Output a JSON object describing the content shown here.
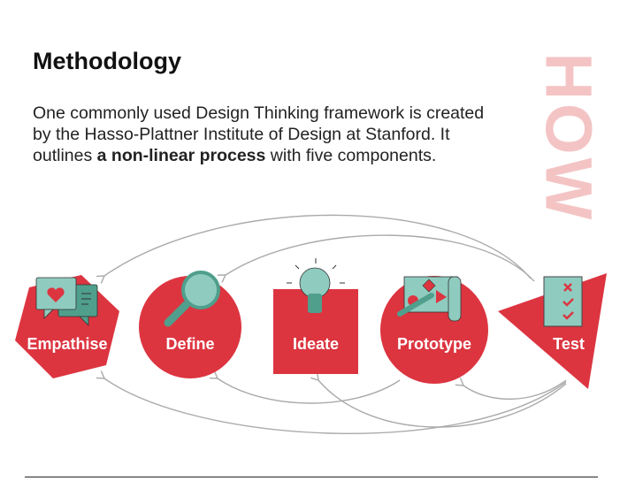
{
  "title": "Methodology",
  "body": {
    "pre": "One commonly used Design Thinking framework is created by the Hasso-Plattner Institute of Design at Stanford. It outlines ",
    "bold": "a non-linear process",
    "post": " with five components."
  },
  "side_label": "HOW",
  "stages": [
    {
      "label": "Empathise",
      "icon": "chat-heart-icon"
    },
    {
      "label": "Define",
      "icon": "magnifier-icon"
    },
    {
      "label": "Ideate",
      "icon": "lightbulb-icon"
    },
    {
      "label": "Prototype",
      "icon": "blueprint-pencil-icon"
    },
    {
      "label": "Test",
      "icon": "checklist-icon"
    }
  ],
  "colors": {
    "red": "#dc3540",
    "teal": "#8fcbbf",
    "teal_dark": "#4f9f8c",
    "pink": "#f4c4c4"
  }
}
